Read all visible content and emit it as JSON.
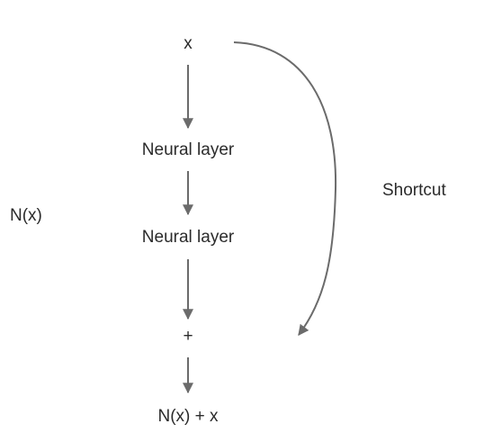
{
  "nodes": {
    "input": "x",
    "layer1": "Neural layer",
    "layer2": "Neural layer",
    "sum": "+",
    "output": "N(x) + x"
  },
  "labels": {
    "block": "N(x)",
    "shortcut": "Shortcut"
  },
  "colors": {
    "arrow": "#6b6b6b",
    "text": "#2b2b2b",
    "background": "#ffffff"
  }
}
